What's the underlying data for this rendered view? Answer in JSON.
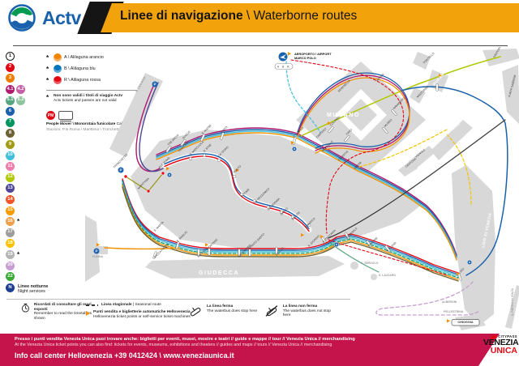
{
  "header": {
    "brand": "Actv",
    "title_it": "Linee di navigazione",
    "title_en": " \\ Waterborne routes"
  },
  "lines_legend": {
    "asterisk": "*",
    "rows": [
      [
        {
          "label": "1",
          "bg": "#ffffff",
          "fg": "#1a1a1a",
          "border": "#1a1a1a"
        }
      ],
      [
        {
          "label": "2",
          "bg": "#e30613"
        }
      ],
      [
        {
          "label": "3",
          "bg": "#ef7d00"
        }
      ],
      [
        {
          "label": "4.1",
          "bg": "#ad1a70"
        },
        {
          "label": "4.2",
          "bg": "#c45fa5"
        }
      ],
      [
        {
          "label": "5.1",
          "bg": "#55a57e"
        },
        {
          "label": "5.2",
          "bg": "#8cc59e"
        }
      ],
      [
        {
          "label": "6",
          "bg": "#1961ac"
        }
      ],
      [
        {
          "label": "7",
          "bg": "#00955f"
        }
      ],
      [
        {
          "label": "8",
          "bg": "#6e6234"
        }
      ],
      [
        {
          "label": "9",
          "bg": "#a39b17"
        }
      ],
      [
        {
          "label": "10",
          "bg": "#41bfdb"
        }
      ],
      [
        {
          "label": "11",
          "bg": "#ee7bac"
        }
      ],
      [
        {
          "label": "12",
          "bg": "#b2c800"
        }
      ],
      [
        {
          "label": "13",
          "bg": "#4e4597"
        }
      ],
      [
        {
          "label": "14",
          "bg": "#f0562a"
        }
      ],
      [
        {
          "label": "15",
          "bg": "#f59c00"
        }
      ],
      [
        {
          "label": "16",
          "bg": "#f0a04a",
          "ast": true
        }
      ],
      [
        {
          "label": "17",
          "bg": "#9d9d9c"
        }
      ],
      [
        {
          "label": "18",
          "bg": "#fdc300"
        }
      ],
      [
        {
          "label": "19",
          "bg": "#b5b5b5",
          "ast": true
        }
      ],
      [
        {
          "label": "20",
          "bg": "#c79ed2"
        }
      ],
      [
        {
          "label": "22",
          "bg": "#3aaa35"
        }
      ]
    ],
    "night": {
      "label": "N",
      "bg": "#1c3f94",
      "it": "Linee notturne",
      "en": "Night services"
    }
  },
  "alilaguna": {
    "items": [
      {
        "label": "A \\ Alilaguna arancio",
        "color": "#f08300"
      },
      {
        "label": "B \\ Alilaguna blu",
        "color": "#0075bf"
      },
      {
        "label": "R \\ Alilaguna rossa",
        "color": "#e30613"
      }
    ],
    "note_it": "Non sono validi i titoli di viaggio Actv",
    "note_en": "Actv tickets and passes are not valid"
  },
  "people_mover": {
    "badge": "PM",
    "it": "People Mover \\ Monorotaia funicolare",
    "en": "Cable railway",
    "sub": "Stazioni: P.le Roma \\ Marittima \\ Tronchetto"
  },
  "bottom_legend": {
    "timetable_it": "Ricordati di consultare gli orari esposti",
    "timetable_en": "Remember to read the timetables shown",
    "seasonal_it": "Linea stagionale",
    "seasonal_sep": " | ",
    "seasonal_en": "Seasonal route",
    "tickets_it": "Punti vendita e biglietterie automatiche Hellovenezia",
    "tickets_en": "Hellovenezia ticket points or self-service ticket machines",
    "stop_it": "La linea ferma",
    "stop_en": "The waterbus does stop here",
    "nostop_it": "La linea non ferma",
    "nostop_en": "The waterbus does not stop here"
  },
  "footer": {
    "line1": "Presso i punti vendita Venezia Unica puoi trovare anche: biglietti per eventi, musei, mostre e teatri // guide e mappe // tour // Venezia Unica // merchandising",
    "line2": "At the Venezia Unica ticket points you can also find: tickets for events, museums, exhibitions and theaters // guides and maps // tours // Venezia Unica // merchandising",
    "line3_label": "Info call center Hellovenezia +39 0412424",
    "line3_sep": " \\ ",
    "website": "www.veneziaunica.it",
    "band_color": "#c5134b",
    "logo": {
      "citypass": "CITYPASS",
      "venezia": "VENEZIA",
      "unica": "UNICA"
    }
  },
  "map": {
    "parking_label": "P",
    "colors": {
      "ticket_point": "#f39200",
      "parking": "#1961ac",
      "pm_dot": "#e30613",
      "land": "#d8d8d8"
    },
    "stations": [
      [
        "TRONCHETTO",
        36,
        150,
        -45,
        "s"
      ],
      [
        "MARITTIMA",
        66,
        176,
        -45,
        "s"
      ],
      [
        "P.LE ROMA",
        92,
        150,
        -45,
        "s"
      ],
      [
        "FERROVIA",
        116,
        130,
        -45,
        "s"
      ],
      [
        "S. MARCUOLA",
        130,
        134,
        -45,
        "s"
      ],
      [
        "S. STAE",
        147,
        130,
        -45,
        "s"
      ],
      [
        "CA' D'ORO",
        165,
        136,
        -45,
        "s"
      ],
      [
        "RIALTO",
        184,
        156,
        -45,
        "s"
      ],
      [
        "S. TOMÀ",
        193,
        186,
        -45,
        "s"
      ],
      [
        "CA' REZZONICO",
        209,
        194,
        -45,
        "s"
      ],
      [
        "ACCADEMIA",
        226,
        202,
        -45,
        "s"
      ],
      [
        "GIGLIO",
        242,
        208,
        -45,
        "s"
      ],
      [
        "SALUTE",
        256,
        214,
        -45,
        "s"
      ],
      [
        "S. MARCO",
        272,
        224,
        -45,
        "s"
      ],
      [
        "TRE ARCHI",
        103,
        122,
        -45,
        "s"
      ],
      [
        "GUGLIE",
        121,
        114,
        -45,
        "s"
      ],
      [
        "S. ALVISE",
        145,
        108,
        -45,
        "s"
      ],
      [
        "ORTO",
        169,
        106,
        -45,
        "s"
      ],
      [
        "F.TE NOVE",
        258,
        112,
        -45,
        "s"
      ],
      [
        "OSPEDALE",
        293,
        130,
        -45,
        "s"
      ],
      [
        "CELESTIA",
        313,
        141,
        -45,
        "s"
      ],
      [
        "BACINI",
        333,
        151,
        -45,
        "s"
      ],
      [
        "S. ZACCARIA",
        294,
        242,
        -45,
        "s"
      ],
      [
        "ARSENALE",
        323,
        237,
        -45,
        "s"
      ],
      [
        "GIARDINI",
        350,
        247,
        -45,
        "s"
      ],
      [
        "S. ELENA",
        373,
        253,
        -45,
        "s"
      ],
      [
        "S. MARTA",
        86,
        228,
        -45,
        "s"
      ],
      [
        "S. BASILIO",
        114,
        241,
        -45,
        "s"
      ],
      [
        "ZATTERE",
        153,
        249,
        -45,
        "s"
      ],
      [
        "SPIRITO SANTO",
        203,
        250,
        -45,
        "s"
      ],
      [
        "SACCA FISOLA",
        86,
        261,
        -45,
        "s"
      ],
      [
        "PALANCA",
        140,
        260,
        -45,
        "s"
      ],
      [
        "REDENTORE",
        190,
        260,
        -45,
        "s"
      ],
      [
        "ZITELLE",
        236,
        258,
        -45,
        "s"
      ],
      [
        "S. GIORGIO",
        276,
        247,
        -45,
        "s"
      ],
      [
        "COLONNA",
        303,
        98,
        -45,
        "s"
      ],
      [
        "FARO",
        323,
        109,
        -45,
        "s"
      ],
      [
        "MUSEO",
        370,
        99,
        -45,
        "s"
      ],
      [
        "NAVAGERO",
        381,
        77,
        -45,
        "s"
      ],
      [
        "VENIER",
        360,
        43,
        -45,
        "s"
      ],
      [
        "SERENELLA",
        313,
        56,
        -45,
        "s"
      ],
      [
        "CIMITERO",
        286,
        113,
        -45,
        "s"
      ],
      [
        "MURANO",
        298,
        86,
        0,
        "i"
      ],
      [
        "GIUDECCA",
        140,
        281,
        0,
        "i"
      ],
      [
        "MAZZORBO",
        410,
        63,
        -45,
        "s"
      ],
      [
        "TORCELLO",
        418,
        21,
        -45,
        "s"
      ],
      [
        "BURANO",
        431,
        48,
        -50,
        "m"
      ],
      [
        "TREPORTI",
        505,
        14,
        -60,
        "s"
      ],
      [
        "PUNTA SABBIONI",
        524,
        62,
        -75,
        "s"
      ],
      [
        "S. ERASMO",
        440,
        114,
        -40,
        "m"
      ],
      [
        "VIGNOLE",
        408,
        137,
        -40,
        "s"
      ],
      [
        "CERTOSA",
        396,
        149,
        -40,
        "s"
      ],
      [
        "LIDO DI VENEZIA",
        492,
        248,
        -78,
        "m"
      ],
      [
        "LIDO",
        462,
        280,
        -45,
        "s"
      ],
      [
        "S. SERVOLO",
        340,
        268,
        0,
        "g"
      ],
      [
        "S. LAZZARO",
        362,
        283,
        0,
        "g"
      ],
      [
        "ALBERONI",
        440,
        316,
        0,
        "g"
      ],
      [
        "PELLESTRINA",
        442,
        328,
        0,
        "g"
      ],
      [
        "S. PIETRO IN VOLTA",
        528,
        332,
        -90,
        "g"
      ],
      [
        "CHIOGGIA",
        469,
        341,
        0,
        "gc"
      ],
      [
        "FUSINA",
        9,
        260,
        0,
        "g"
      ],
      [
        "S. GIULIANO",
        64,
        56,
        -60,
        "g"
      ],
      [
        "AEROPORTO \\ AIRPORT",
        258,
        10,
        0,
        "b"
      ],
      [
        "MARCO POLO",
        258,
        15,
        0,
        "b"
      ],
      [
        "A B R",
        245,
        25.5,
        0,
        "abr"
      ]
    ],
    "ticks": [
      [
        140,
        254,
        0
      ],
      [
        190,
        254,
        0
      ],
      [
        236,
        252,
        0
      ],
      [
        86,
        257,
        20
      ],
      [
        153,
        253,
        0
      ],
      [
        114,
        245,
        15
      ],
      [
        203,
        254,
        0
      ],
      [
        103,
        126,
        35
      ],
      [
        121,
        118,
        35
      ],
      [
        145,
        112,
        25
      ],
      [
        169,
        110,
        20
      ],
      [
        258,
        116,
        15
      ],
      [
        294,
        238,
        -30
      ],
      [
        323,
        233,
        -30
      ],
      [
        350,
        243,
        -35
      ],
      [
        373,
        249,
        -35
      ],
      [
        303,
        102,
        40
      ],
      [
        323,
        113,
        40
      ],
      [
        370,
        103,
        -40
      ],
      [
        381,
        81,
        -40
      ],
      [
        434,
        50,
        0
      ],
      [
        462,
        284,
        -20
      ]
    ],
    "dots": [
      [
        130,
        138
      ],
      [
        147,
        134
      ],
      [
        165,
        140
      ],
      [
        184,
        160
      ],
      [
        193,
        182
      ],
      [
        209,
        190
      ],
      [
        226,
        198
      ],
      [
        242,
        204
      ],
      [
        256,
        210
      ],
      [
        276,
        220
      ]
    ],
    "triangles": [
      [
        100,
        148
      ],
      [
        254,
        116
      ],
      [
        186,
        150
      ],
      [
        266,
        230
      ],
      [
        299,
        92
      ],
      [
        436,
        33
      ],
      [
        458,
        278
      ],
      [
        446,
        336
      ],
      [
        250,
        6
      ],
      [
        148,
        242
      ],
      [
        290,
        232
      ],
      [
        14,
        242
      ]
    ],
    "parking": [
      [
        86,
        46
      ],
      [
        44,
        152
      ],
      [
        14,
        252
      ]
    ],
    "services": [
      [
        104,
        158
      ],
      [
        258,
        126
      ],
      [
        310,
        244
      ],
      [
        474,
        266
      ]
    ],
    "pm_stations": [
      [
        50,
        160
      ],
      [
        78,
        178
      ],
      [
        96,
        156
      ]
    ]
  }
}
